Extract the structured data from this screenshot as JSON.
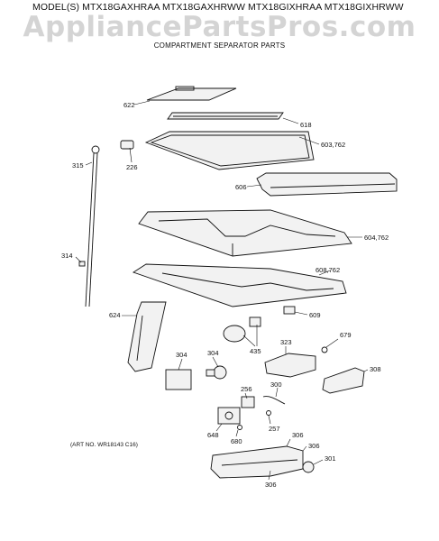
{
  "header": {
    "models": "MODEL(S) MTX18GAXHRAA MTX18GAXHRWW MTX18GIXHRAA MTX18GIXHRWW",
    "watermark": "AppliancePartsPros.com",
    "subtitle": "COMPARTMENT SEPARATOR PARTS"
  },
  "footer": {
    "art_no": "(ART NO. WR18143 C16)"
  },
  "callouts": {
    "p622": "622",
    "p618": "618",
    "p603": "603,762",
    "p315": "315",
    "p226": "226",
    "p606": "606",
    "p604": "604,762",
    "p314": "314",
    "p608": "608,762",
    "p624": "624",
    "p609": "609",
    "p679": "679",
    "p435": "435",
    "p323": "323",
    "p304a": "304",
    "p304b": "304",
    "p308": "308",
    "p256": "256",
    "p300": "300",
    "p257": "257",
    "p648": "648",
    "p680": "680",
    "p306a": "306",
    "p306b": "306",
    "p306c": "306",
    "p301": "301"
  }
}
